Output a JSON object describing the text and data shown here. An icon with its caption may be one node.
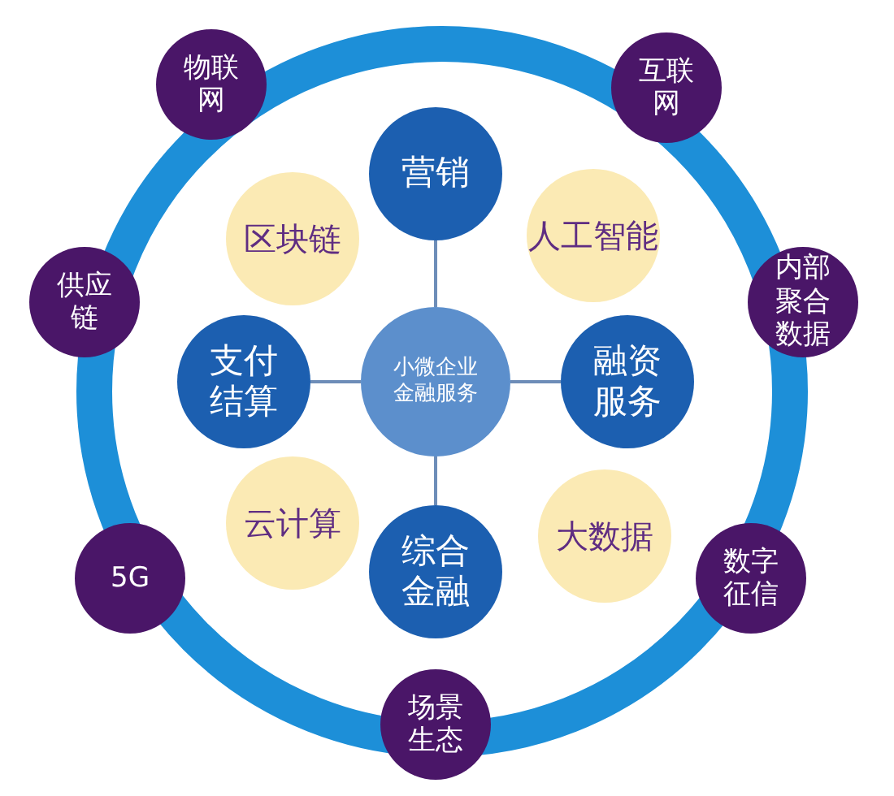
{
  "diagram": {
    "nodes": [
      {
        "text": [
          "物联网"
        ]
      },
      {
        "text": [
          "互联网"
        ]
      },
      {
        "text": [
          "营销"
        ]
      },
      {
        "text": [
          "区块链"
        ]
      },
      {
        "text": [
          "人工智能"
        ]
      },
      {
        "text": [
          "供应链"
        ]
      },
      {
        "text": [
          "内部聚合数据"
        ]
      },
      {
        "text": [
          "支付结算"
        ]
      },
      {
        "text": [
          "小微企业金融服务"
        ]
      },
      {
        "text": [
          "融资服务"
        ]
      },
      {
        "text": [
          "云计算"
        ]
      },
      {
        "text": [
          "大数据"
        ]
      },
      {
        "text": [
          "综合金融"
        ]
      },
      {
        "text": [
          "5G"
        ]
      },
      {
        "text": [
          "数字征信"
        ]
      },
      {
        "text": [
          "场景生态"
        ]
      }
    ],
    "edges": [
      {
        "from": 8,
        "to": 2,
        "arrow": "none"
      },
      {
        "from": 8,
        "to": 7,
        "arrow": "none"
      },
      {
        "from": 8,
        "to": 9,
        "arrow": "none"
      },
      {
        "from": 8,
        "to": 12,
        "arrow": "none"
      }
    ]
  }
}
